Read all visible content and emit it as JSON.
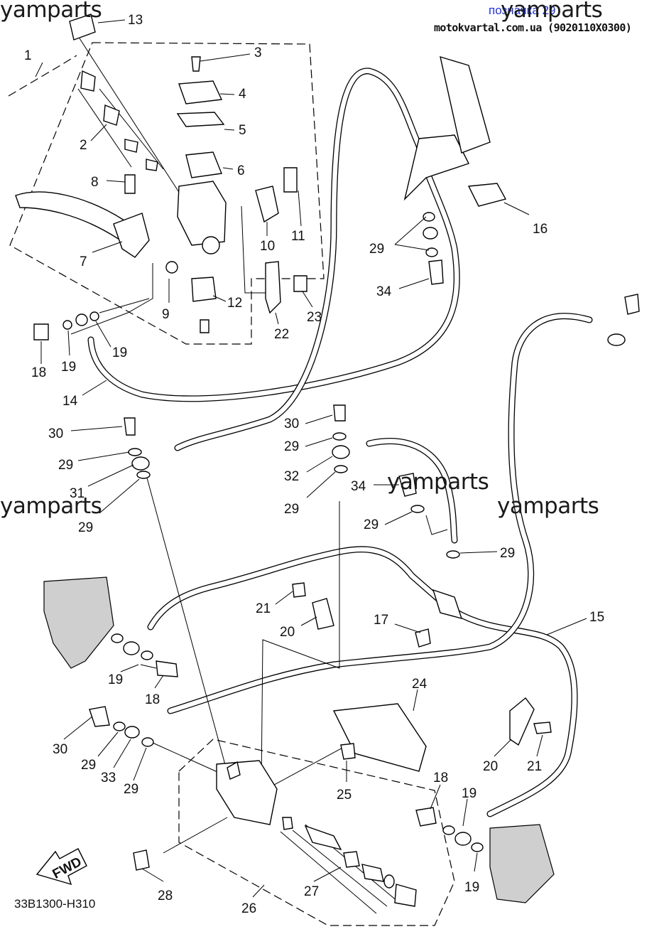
{
  "header": {
    "link_text": "позначка 29",
    "source_text": "motokvartal.com.ua (9020110X0300)"
  },
  "watermark": "yamparts",
  "diagram_code": "33B1300-H310",
  "direction_arrow_label": "FWD",
  "callouts": [
    "1",
    "2",
    "3",
    "4",
    "5",
    "6",
    "7",
    "8",
    "9",
    "10",
    "11",
    "12",
    "13",
    "14",
    "15",
    "16",
    "17",
    "18",
    "19",
    "20",
    "21",
    "22",
    "23",
    "24",
    "25",
    "26",
    "27",
    "28",
    "29",
    "30",
    "31",
    "32",
    "33",
    "34"
  ],
  "colors": {
    "link": "#2233dd",
    "line": "#000000",
    "background": "#ffffff"
  }
}
